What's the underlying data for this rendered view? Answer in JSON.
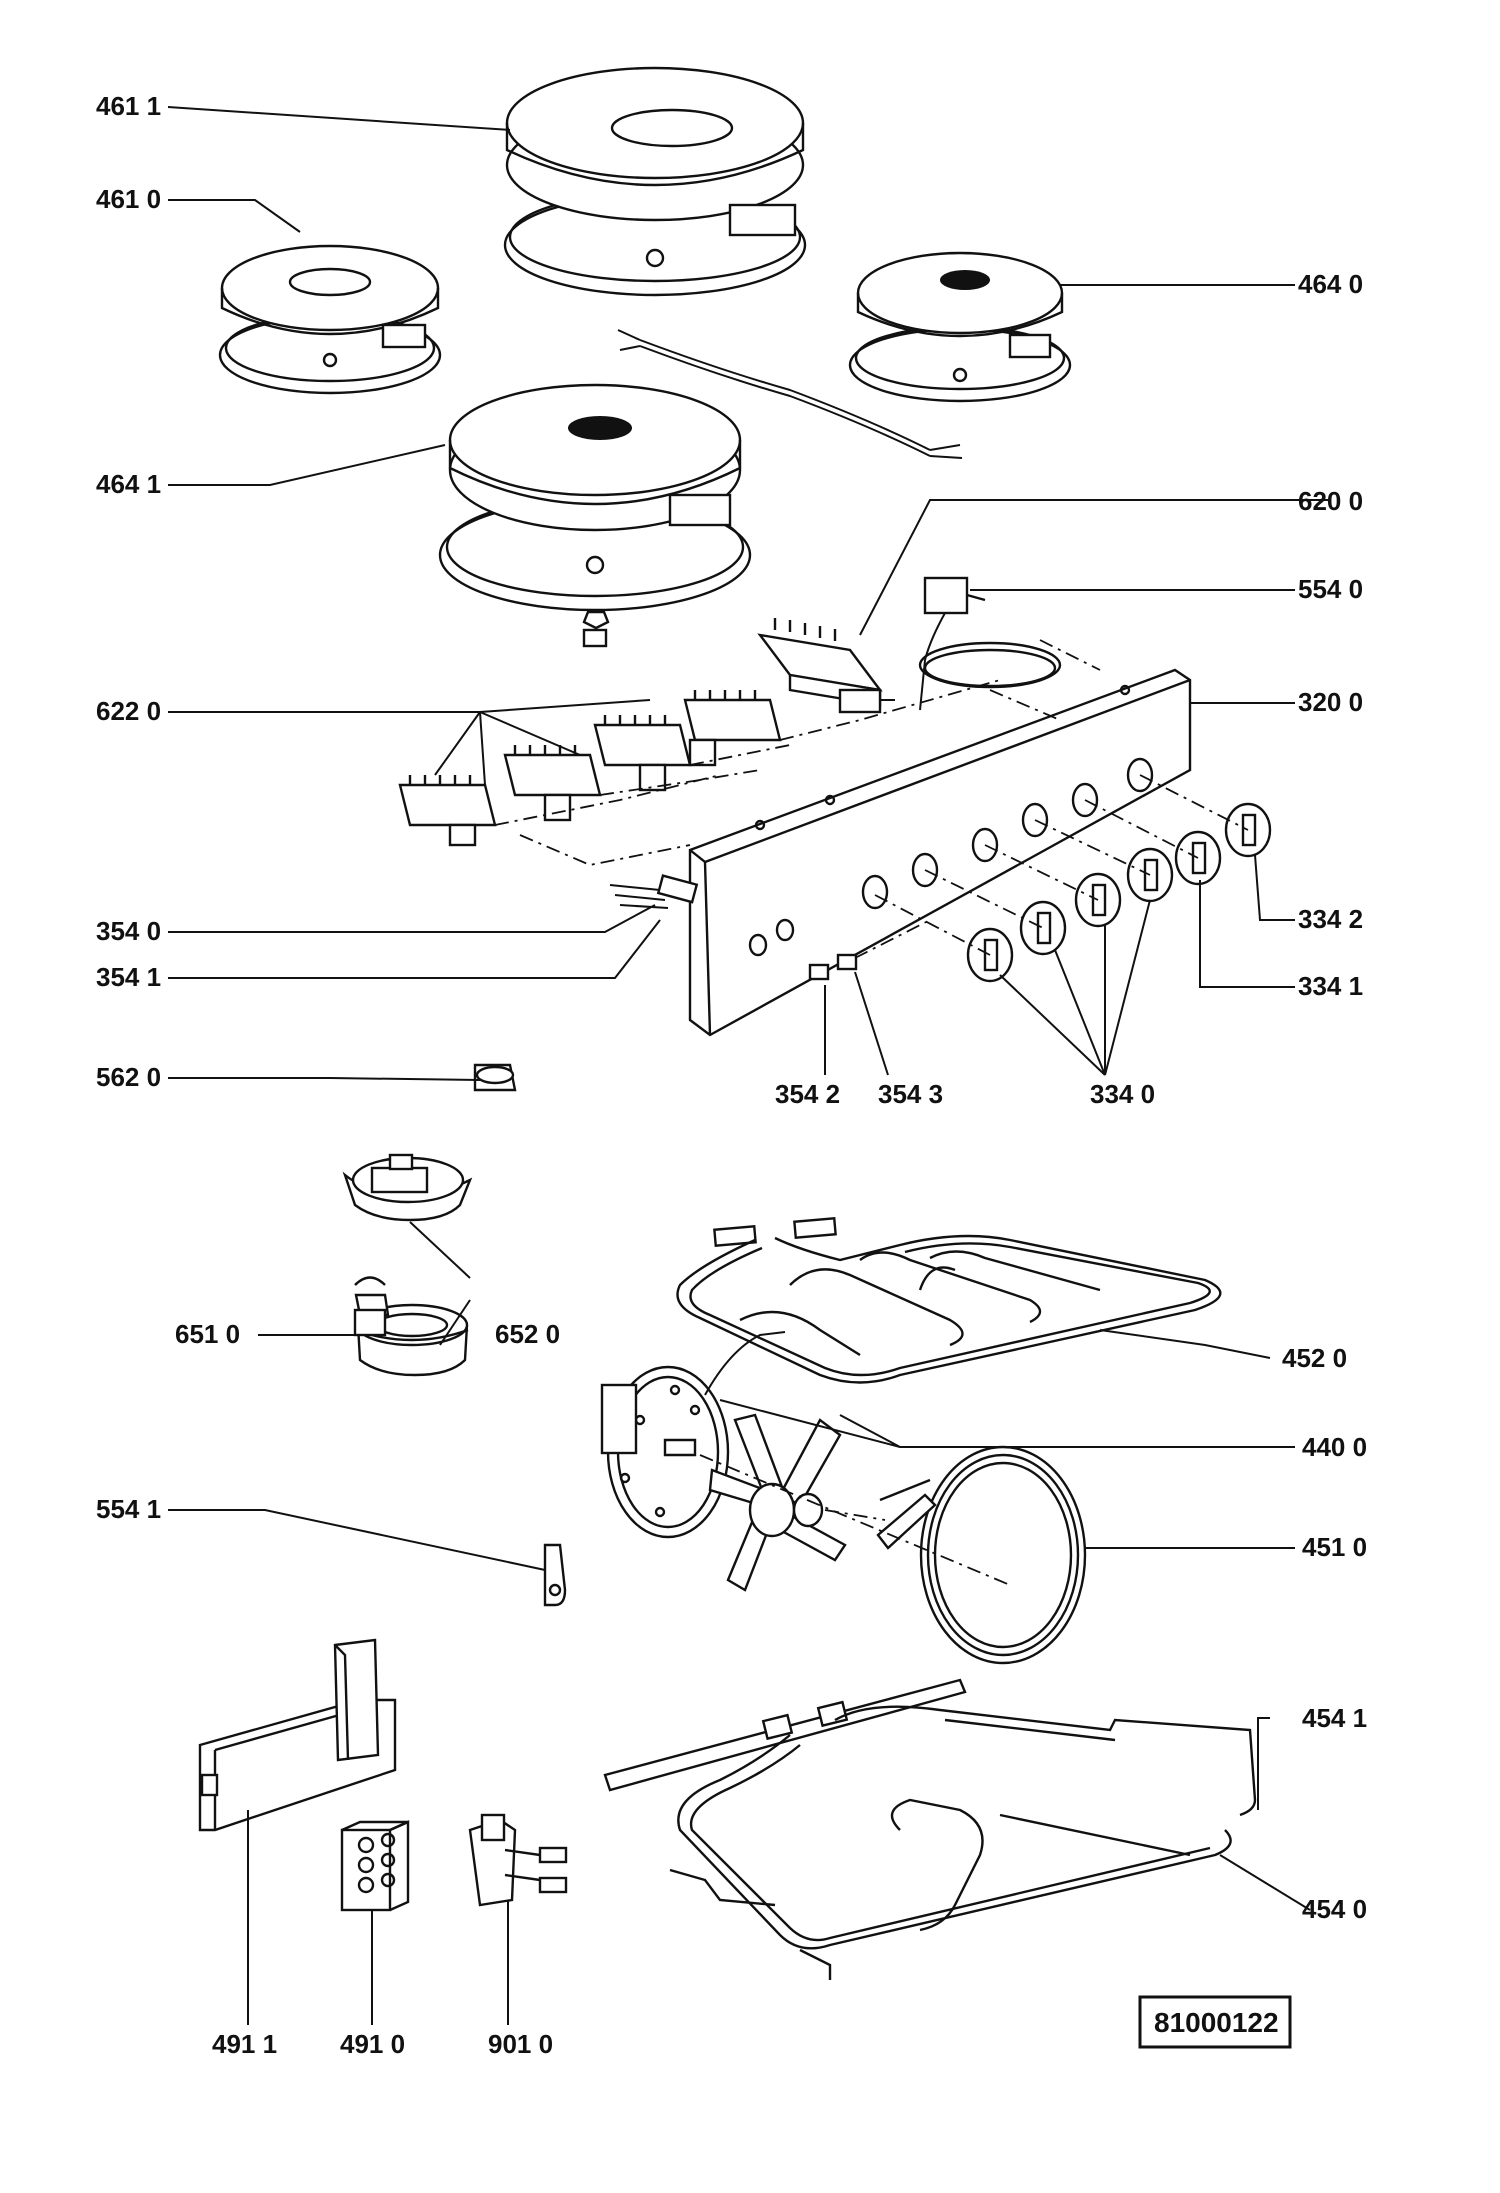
{
  "diagram": {
    "labels": {
      "l4611": "461 1",
      "l4610": "461 0",
      "l4640": "464 0",
      "l4641": "464 1",
      "l6200": "620 0",
      "l5540": "554 0",
      "l6220": "622 0",
      "l3200": "320 0",
      "l3540": "354 0",
      "l3541": "354 1",
      "l3342": "334 2",
      "l3341": "334 1",
      "l3542": "354 2",
      "l3543": "354 3",
      "l3340": "334 0",
      "l5620": "562 0",
      "l6510": "651 0",
      "l6520": "652 0",
      "l4520": "452 0",
      "l4400": "440 0",
      "l5541": "554 1",
      "l4510": "451 0",
      "l4541": "454 1",
      "l4540": "454 0",
      "l4911": "491 1",
      "l4910": "491 0",
      "l9010": "901 0"
    },
    "reference": "81000122"
  }
}
